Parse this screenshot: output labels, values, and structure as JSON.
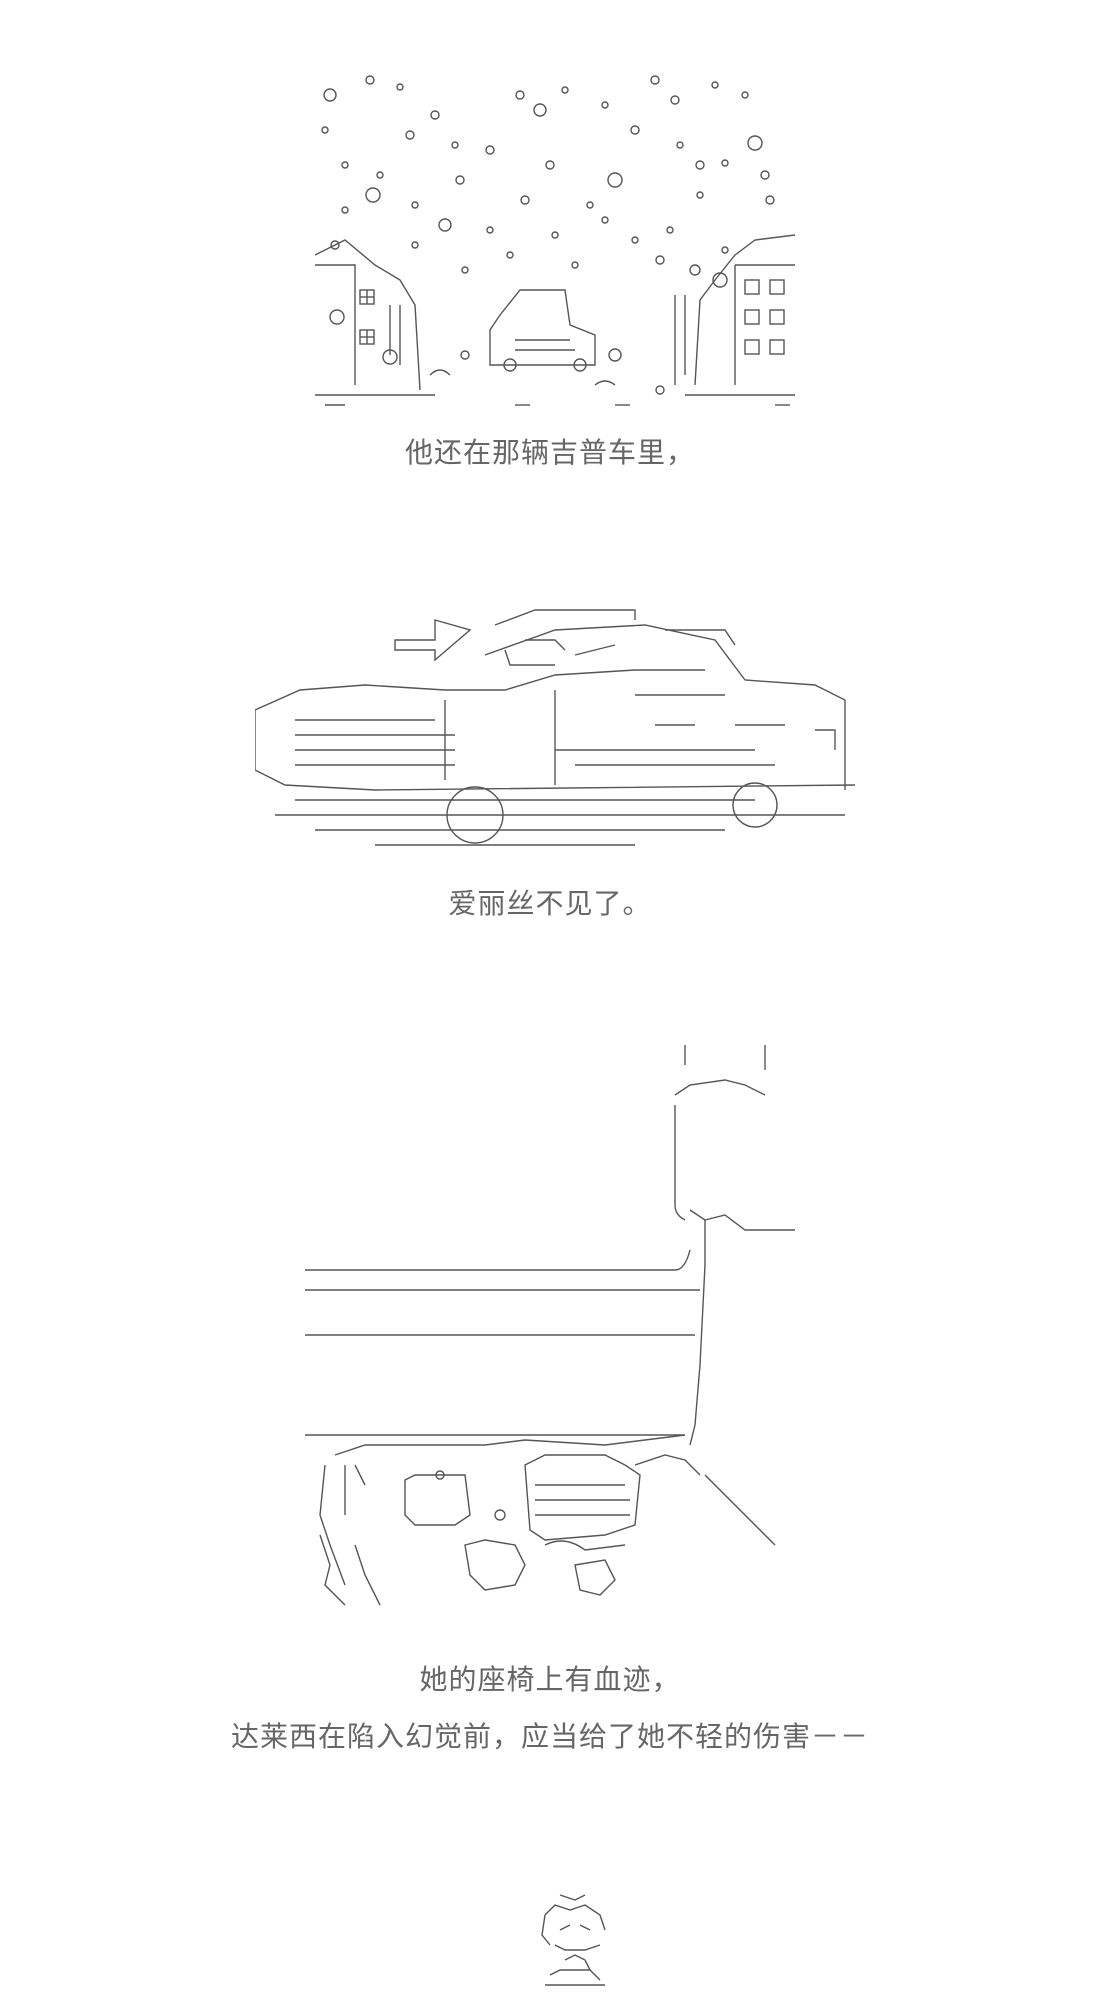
{
  "captions": {
    "jeep": "他还在那辆吉普车里，",
    "alice_missing": "爱丽丝不见了。",
    "blood": "她的座椅上有血迹，",
    "injury": "达莱西在陷入幻觉前，应当给了她不轻的伤害－－"
  },
  "art": {
    "snow_scene_icon": "snowy-street-ascii-art",
    "jeep_icon": "jeep-ascii-art",
    "car_seat_icon": "blood-on-seat-ascii-art",
    "face_icon": "small-face-ascii-art"
  },
  "colors": {
    "text": "#666666",
    "line_art": "#555555",
    "background": "#ffffff"
  }
}
